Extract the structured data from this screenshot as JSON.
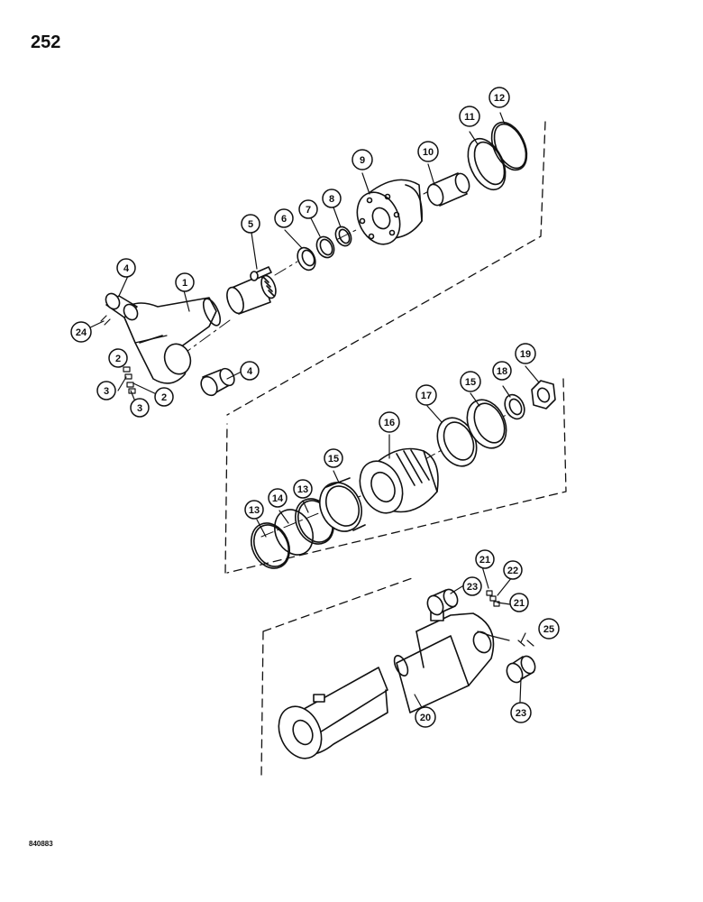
{
  "page": {
    "number": "252",
    "reference_code": "840883"
  },
  "callouts": [
    "1",
    "2",
    "3",
    "4",
    "5",
    "6",
    "7",
    "8",
    "9",
    "10",
    "11",
    "12",
    "13",
    "14",
    "15",
    "16",
    "17",
    "18",
    "19",
    "20",
    "21",
    "22",
    "23",
    "24",
    "25"
  ]
}
